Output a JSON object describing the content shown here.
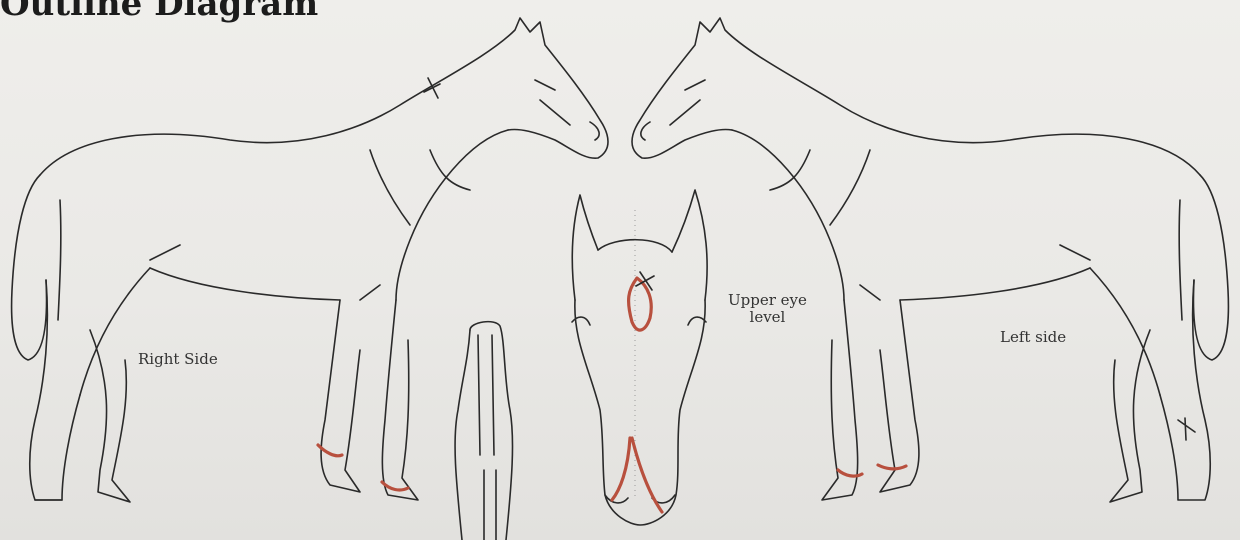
{
  "title": "Outline Diagram",
  "labels": {
    "right_side": "Right Side",
    "upper_eye_level_line1": "Upper eye",
    "upper_eye_level_line2": "level",
    "left_side": "Left side"
  },
  "colors": {
    "paper": "#ecebe8",
    "outline": "#2a2a2a",
    "marking": "#b8503e"
  }
}
